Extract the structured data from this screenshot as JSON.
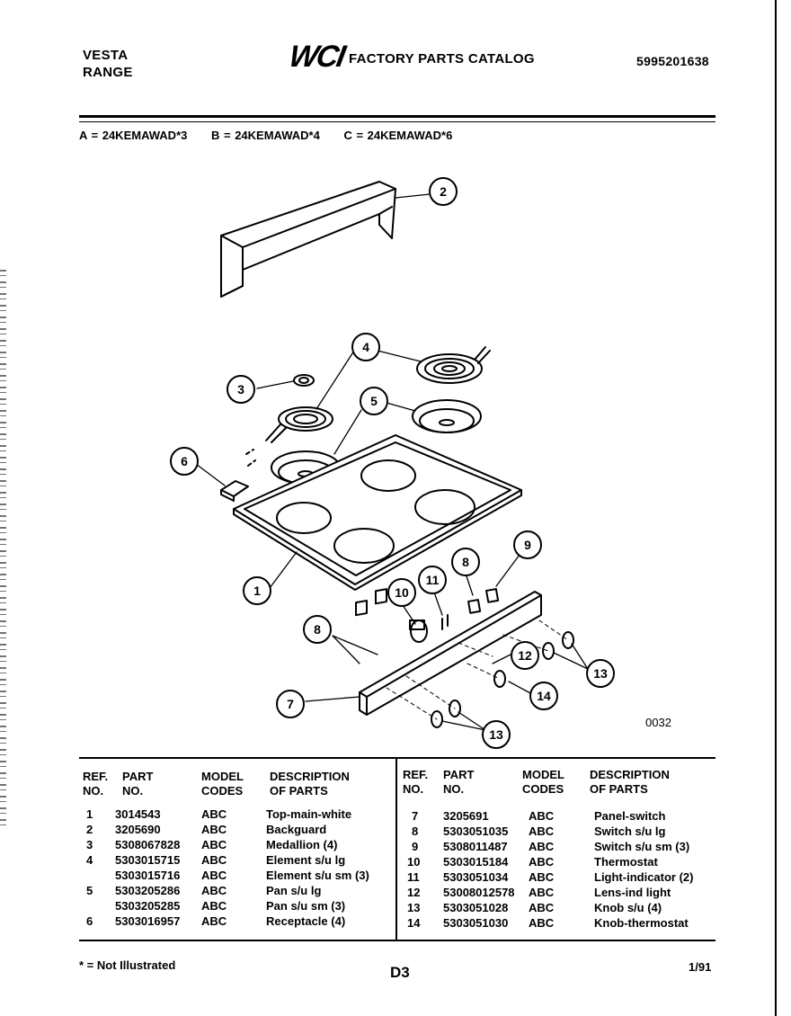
{
  "header": {
    "brand_line1": "VESTA",
    "brand_line2": "RANGE",
    "logo_text": "WCI",
    "catalog_title": "FACTORY PARTS CATALOG",
    "catalog_number": "5995201638"
  },
  "models": [
    "A = 24KEMAWAD*3",
    "B = 24KEMAWAD*4",
    "C = 24KEMAWAD*6"
  ],
  "diagram": {
    "figure_code": "0032",
    "callouts": [
      "1",
      "2",
      "3",
      "4",
      "5",
      "6",
      "7",
      "8",
      "8",
      "9",
      "10",
      "11",
      "12",
      "13",
      "13",
      "14"
    ]
  },
  "table": {
    "headers": {
      "ref_line1": "REF.",
      "ref_line2": "NO.",
      "part_line1": "PART",
      "part_line2": "NO.",
      "model_line1": "MODEL",
      "model_line2": "CODES",
      "desc_line1": "DESCRIPTION",
      "desc_line2": "OF PARTS"
    },
    "left_rows": [
      {
        "ref": "1",
        "part": "3014543",
        "codes": "ABC",
        "desc": "Top-main-white"
      },
      {
        "ref": "2",
        "part": "3205690",
        "codes": "ABC",
        "desc": "Backguard"
      },
      {
        "ref": "3",
        "part": "5308067828",
        "codes": "ABC",
        "desc": "Medallion (4)"
      },
      {
        "ref": "4",
        "part": "5303015715",
        "codes": "ABC",
        "desc": "Element s/u lg"
      },
      {
        "ref": "",
        "part": "5303015716",
        "codes": "ABC",
        "desc": "Element s/u sm (3)"
      },
      {
        "ref": "5",
        "part": "5303205286",
        "codes": "ABC",
        "desc": "Pan s/u lg"
      },
      {
        "ref": "",
        "part": "5303205285",
        "codes": "ABC",
        "desc": "Pan s/u sm (3)"
      },
      {
        "ref": "6",
        "part": "5303016957",
        "codes": "ABC",
        "desc": "Receptacle (4)"
      }
    ],
    "right_rows": [
      {
        "ref": "7",
        "part": "3205691",
        "codes": "ABC",
        "desc": "Panel-switch"
      },
      {
        "ref": "8",
        "part": "5303051035",
        "codes": "ABC",
        "desc": "Switch s/u lg"
      },
      {
        "ref": "9",
        "part": "5308011487",
        "codes": "ABC",
        "desc": "Switch s/u sm (3)"
      },
      {
        "ref": "10",
        "part": "5303015184",
        "codes": "ABC",
        "desc": "Thermostat"
      },
      {
        "ref": "11",
        "part": "5303051034",
        "codes": "ABC",
        "desc": "Light-indicator (2)"
      },
      {
        "ref": "12",
        "part": "53008012578",
        "codes": "ABC",
        "desc": "Lens-ind light"
      },
      {
        "ref": "13",
        "part": "5303051028",
        "codes": "ABC",
        "desc": "Knob s/u (4)"
      },
      {
        "ref": "14",
        "part": "5303051030",
        "codes": "ABC",
        "desc": "Knob-thermostat"
      }
    ]
  },
  "footer": {
    "note": "* = Not Illustrated",
    "page_code": "D3",
    "date": "1/91"
  }
}
